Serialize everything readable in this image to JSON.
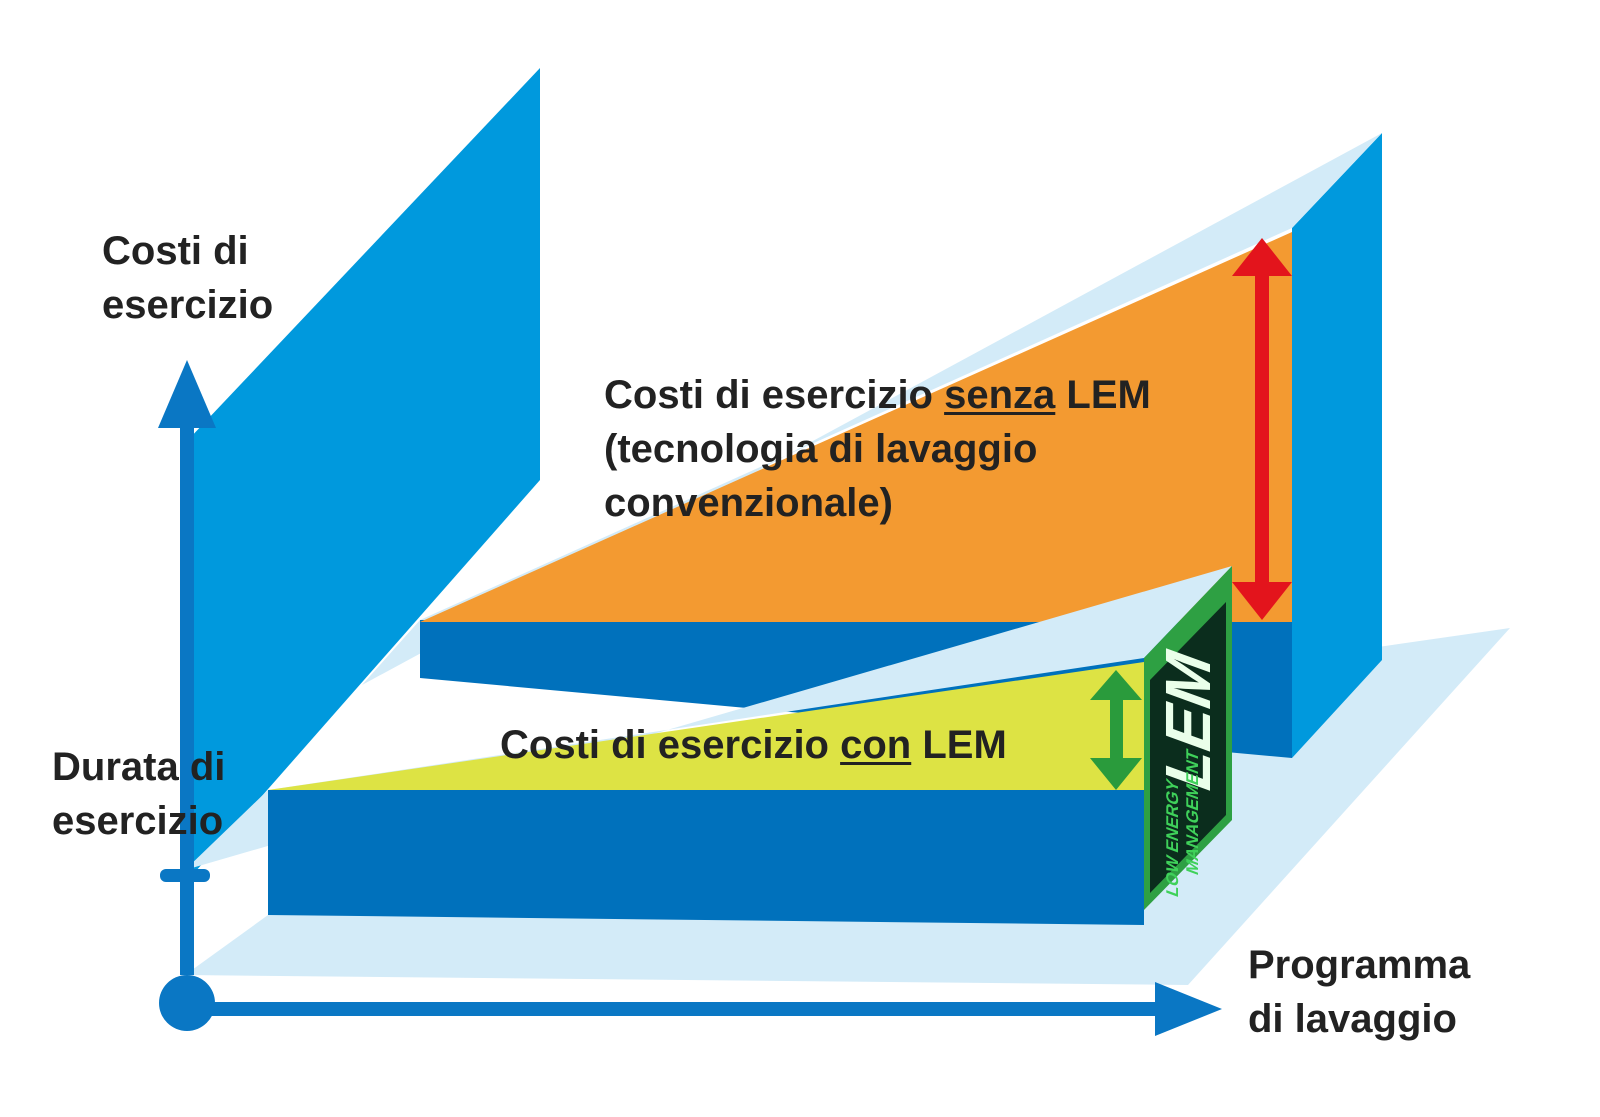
{
  "colors": {
    "panel_blue": "#0099dd",
    "box_dark_blue": "#0071bc",
    "axis_blue": "#0a77c4",
    "light_blue": "#d3ebf8",
    "orange": "#f39a31",
    "yellow": "#dde344",
    "red_arrow": "#e3141c",
    "green_arrow": "#2a9b3c",
    "lem_green": "#2ea043",
    "lem_dark": "#0b2d1d",
    "text": "#222222"
  },
  "labels": {
    "y_axis": [
      "Costi di",
      "esercizio"
    ],
    "x_axis": [
      "Programma",
      "di lavaggio"
    ],
    "duration": [
      "Durata di",
      "esercizio"
    ],
    "senza": {
      "prefix": "Costi di esercizio ",
      "emph": "senza",
      "suffix": " LEM",
      "line2": "(tecnologia di lavaggio",
      "line3": "convenzionale)"
    },
    "con": {
      "prefix": "Costi di esercizio ",
      "emph": "con",
      "suffix": " LEM"
    }
  },
  "logo": {
    "main": "LEM",
    "sub1": "LOW ENERGY",
    "sub2": "MANAGEMENT"
  }
}
